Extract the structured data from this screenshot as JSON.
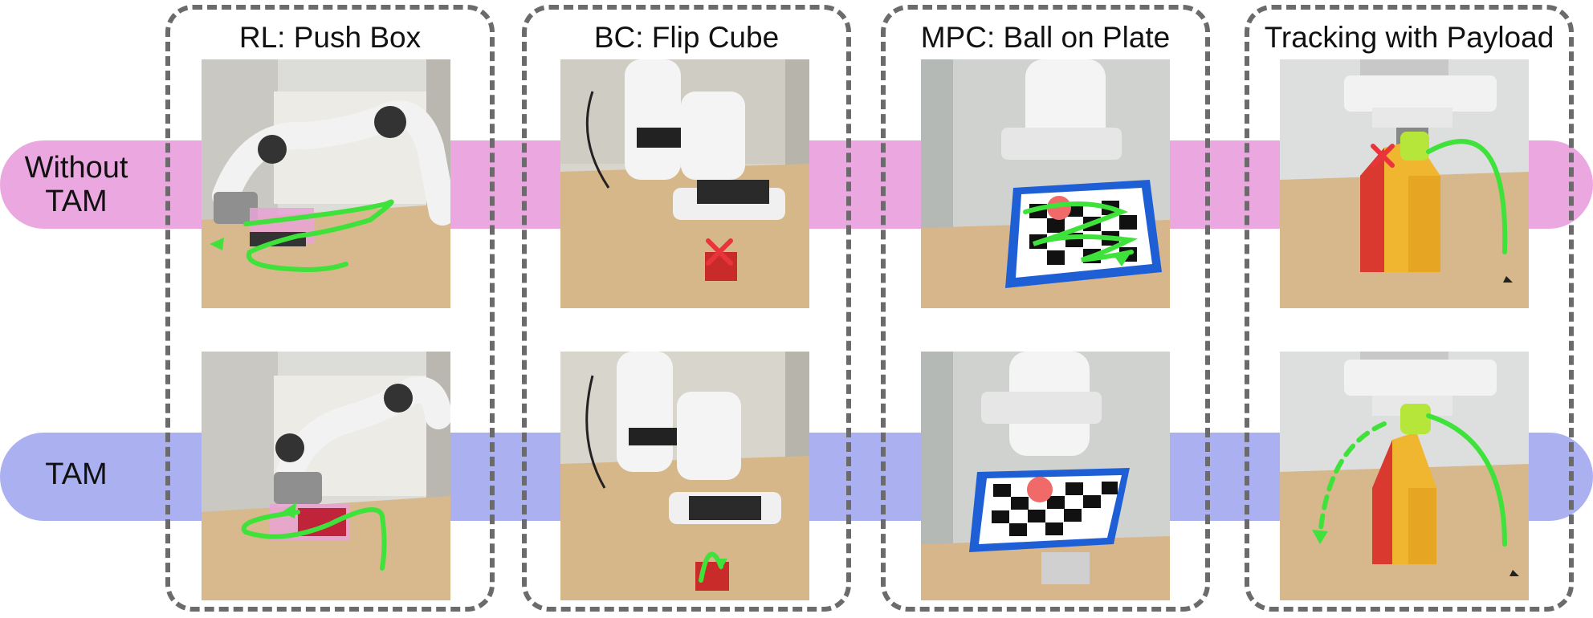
{
  "rows": {
    "without_label": "Without\nTAM",
    "tam_label": "TAM"
  },
  "panels": [
    {
      "title": "RL: Push Box"
    },
    {
      "title": "BC: Flip Cube"
    },
    {
      "title": "MPC: Ball on Plate"
    },
    {
      "title": "Tracking with Payload"
    }
  ],
  "colors": {
    "without_band": "#eba8e0",
    "tam_band": "#abb0f0",
    "trajectory": "#3fe23a",
    "failure_mark": "#e8343a"
  }
}
